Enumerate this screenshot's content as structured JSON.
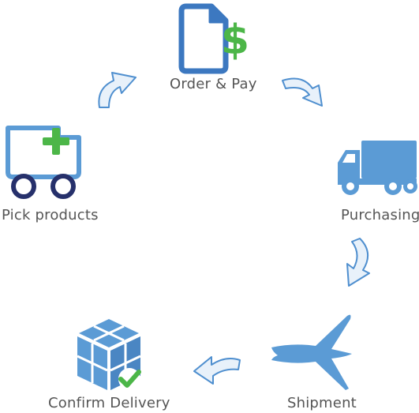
{
  "steps": [
    {
      "label": "Order & Pay",
      "icon": "invoice-dollar-icon"
    },
    {
      "label": "Purchasing",
      "icon": "delivery-truck-icon"
    },
    {
      "label": "Shipment",
      "icon": "airplane-icon"
    },
    {
      "label": "Confirm Delivery",
      "icon": "box-check-icon"
    },
    {
      "label": "Pick products",
      "icon": "cart-add-icon"
    }
  ],
  "colors": {
    "primary": "#5b9bd5",
    "primary_dark": "#3c78c0",
    "green": "#4cb648",
    "navy": "#26306b",
    "text": "#555555",
    "arrow_fill": "#e8f1fa",
    "arrow_stroke": "#4f8fcf"
  }
}
